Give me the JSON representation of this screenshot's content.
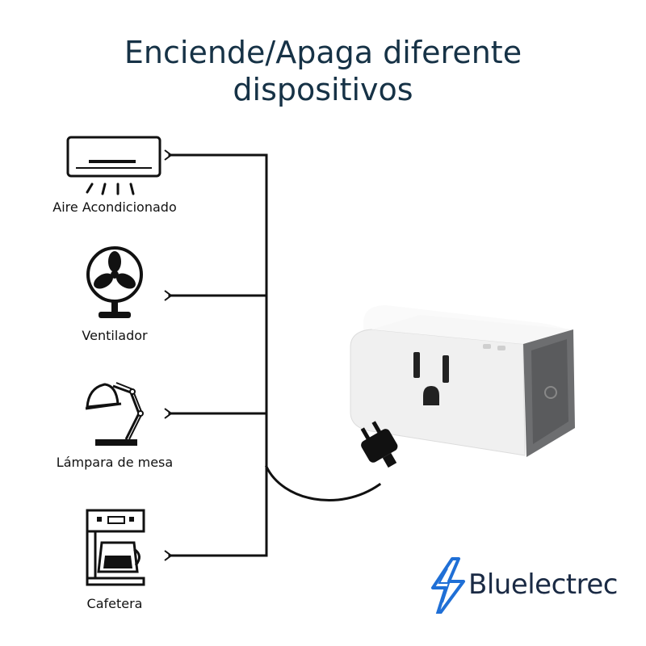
{
  "title": {
    "line1": "Enciende/Apaga diferente",
    "line2": "dispositivos"
  },
  "devices": [
    {
      "label": "Aire Acondicionado",
      "icon": "air-conditioner-icon"
    },
    {
      "label": "Ventilador",
      "icon": "fan-icon"
    },
    {
      "label": "Lámpara de mesa",
      "icon": "desk-lamp-icon"
    },
    {
      "label": "Cafetera",
      "icon": "coffee-maker-icon"
    }
  ],
  "brand": {
    "name": "Bluelectrec",
    "icon": "lightning-bolt-logo",
    "color": "#1f6fd6"
  },
  "product": {
    "icon": "smart-plug-icon"
  },
  "colors": {
    "title": "#163246",
    "wire": "#111111",
    "plug_body": "#f2f2f2",
    "plug_cap": "#6d6e70"
  }
}
